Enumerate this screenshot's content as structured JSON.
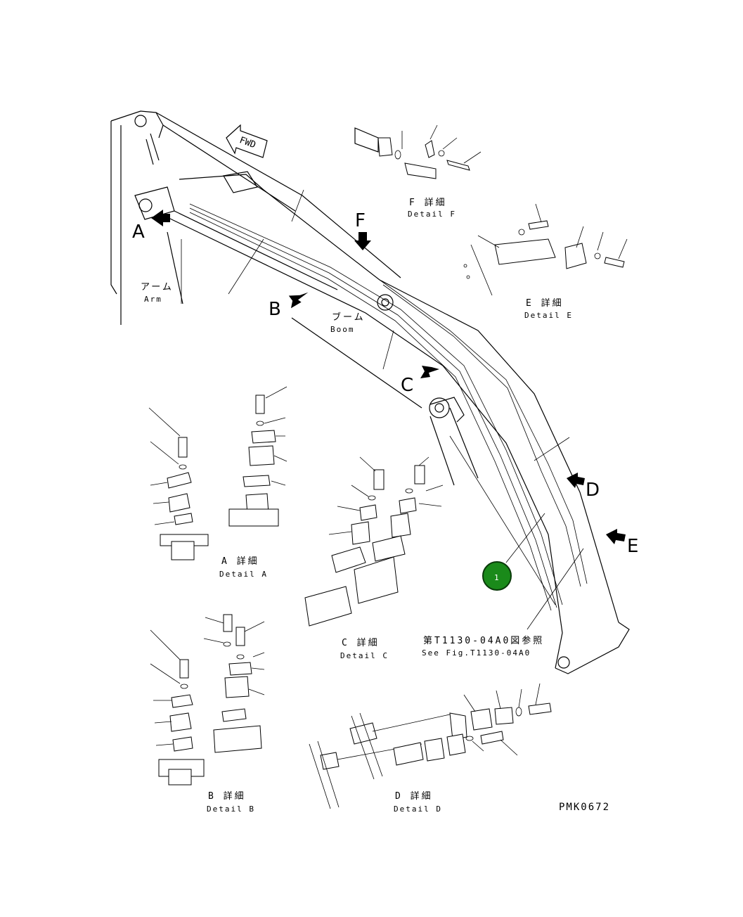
{
  "diagram": {
    "fwd_label": "FWD",
    "letters": {
      "A": "A",
      "B": "B",
      "C": "C",
      "D": "D",
      "E": "E",
      "F": "F"
    },
    "labels": {
      "arm_jp": "アーム",
      "arm_en": "Arm",
      "boom_jp": "ブーム",
      "boom_en": "Boom",
      "detail_a_jp": "A 詳細",
      "detail_a_en": "Detail A",
      "detail_b_jp": "B 詳細",
      "detail_b_en": "Detail B",
      "detail_c_jp": "C 詳細",
      "detail_c_en": "Detail C",
      "detail_d_jp": "D 詳細",
      "detail_d_en": "Detail D",
      "detail_e_jp": "E 詳細",
      "detail_e_en": "Detail E",
      "detail_f_jp": "F 詳細",
      "detail_f_en": "Detail F",
      "see_fig_jp": "第T1130-04A0図参照",
      "see_fig_en": "See Fig.T1130-04A0",
      "drawing_code": "PMK0672"
    },
    "callout": {
      "number": "1",
      "color": "#1a8a1a"
    }
  }
}
